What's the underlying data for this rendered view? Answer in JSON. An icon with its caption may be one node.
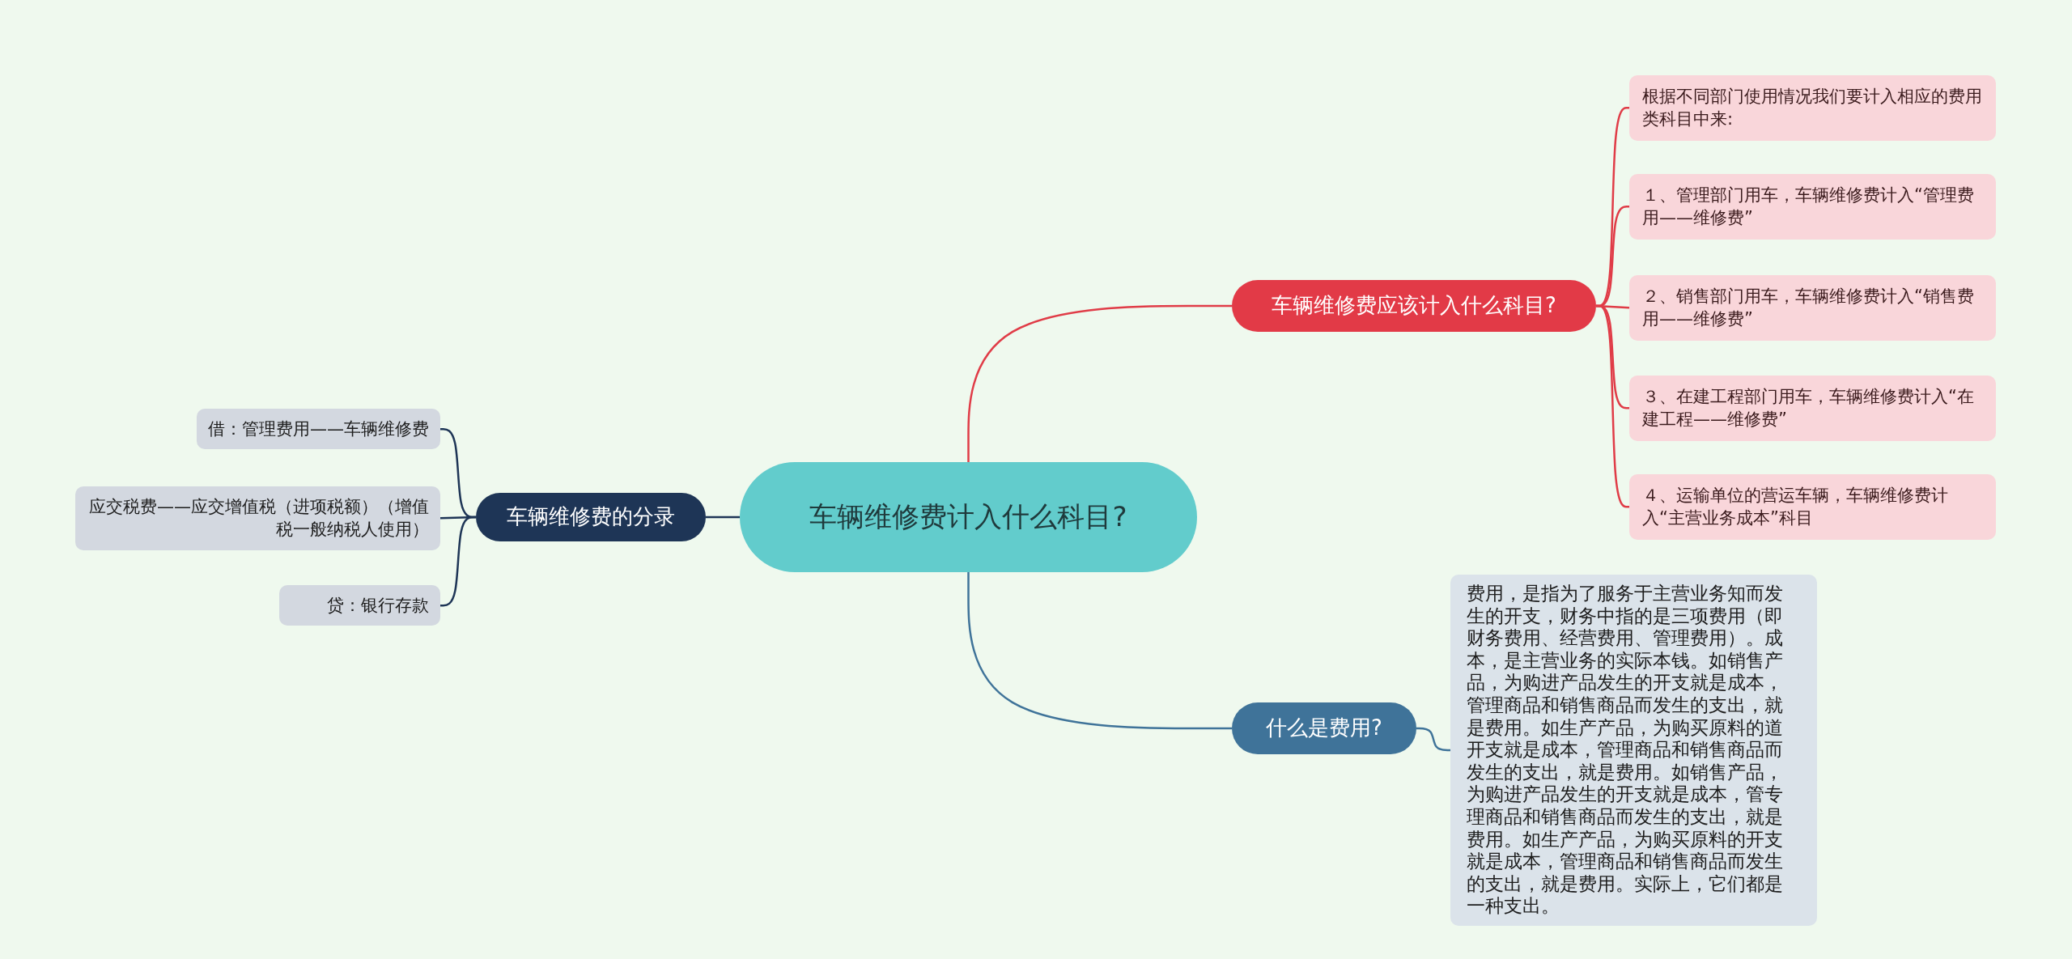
{
  "diagram": {
    "nodes": [
      {
        "text": [
          "车辆维修费计入什么科目?"
        ]
      },
      {
        "text": [
          "车辆维修费应该计入什么科目?"
        ]
      },
      {
        "text": [
          "根据不同部门使用情况我们要计入相应的费用类科目中来:"
        ]
      },
      {
        "text": [
          "１、管理部门用车，车辆维修费计入“管理费用——维修费”"
        ]
      },
      {
        "text": [
          "２、销售部门用车，车辆维修费计入“销售费用——维修费”"
        ]
      },
      {
        "text": [
          "３、在建工程部门用车，车辆维修费计入“在建工程——维修费”"
        ]
      },
      {
        "text": [
          "４、运输单位的营运车辆，车辆维修费计入“主营业务成本”科目"
        ]
      },
      {
        "text": [
          "什么是费用?"
        ]
      },
      {
        "text": [
          "费用，是指为了服务于主营业务知而发生的开支，财务中指的是三项费用（即财务费用、经营费用、管理费用）。成本，是主营业务的实际本钱。如销售产品，为购进产品发生的开支就是成本，管理商品和销售商品而发生的支出，就是费用。如生产产品，为购买原料的道开支就是成本，管理商品和销售商品而发生的支出，就是费用。如销售产品，为购进产品发生的开支就是成本，管专理商品和销售商品而发生的支出，就是费用。如生产产品，为购买原料的开支就是成本，管理商品和销售商品而发生的支出，就是费用。实际上，它们都是一种支出。"
        ]
      },
      {
        "text": [
          "车辆维修费的分录"
        ]
      },
      {
        "text": [
          "借：管理费用——车辆维修费"
        ]
      },
      {
        "text": [
          "应交税费——应交增值税（进项税额）（增值税一般纳税人使用）"
        ]
      },
      {
        "text": [
          "贷：银行存款"
        ]
      }
    ],
    "edges": [
      {
        "from": 0,
        "to": 1,
        "arrow": "none",
        "color": "#e03c47"
      },
      {
        "from": 1,
        "to": 2,
        "arrow": "none",
        "color": "#e03c47"
      },
      {
        "from": 1,
        "to": 3,
        "arrow": "none",
        "color": "#e03c47"
      },
      {
        "from": 1,
        "to": 4,
        "arrow": "none",
        "color": "#e03c47"
      },
      {
        "from": 1,
        "to": 5,
        "arrow": "none",
        "color": "#e03c47"
      },
      {
        "from": 1,
        "to": 6,
        "arrow": "none",
        "color": "#e03c47"
      },
      {
        "from": 0,
        "to": 7,
        "arrow": "none",
        "color": "#3f7399"
      },
      {
        "from": 7,
        "to": 8,
        "arrow": "none",
        "color": "#3f7399"
      },
      {
        "from": 0,
        "to": 9,
        "arrow": "none",
        "color": "#1e3556"
      },
      {
        "from": 9,
        "to": 10,
        "arrow": "none",
        "color": "#1e3556"
      },
      {
        "from": 9,
        "to": 11,
        "arrow": "none",
        "color": "#1e3556"
      },
      {
        "from": 9,
        "to": 12,
        "arrow": "none",
        "color": "#1e3556"
      }
    ]
  }
}
